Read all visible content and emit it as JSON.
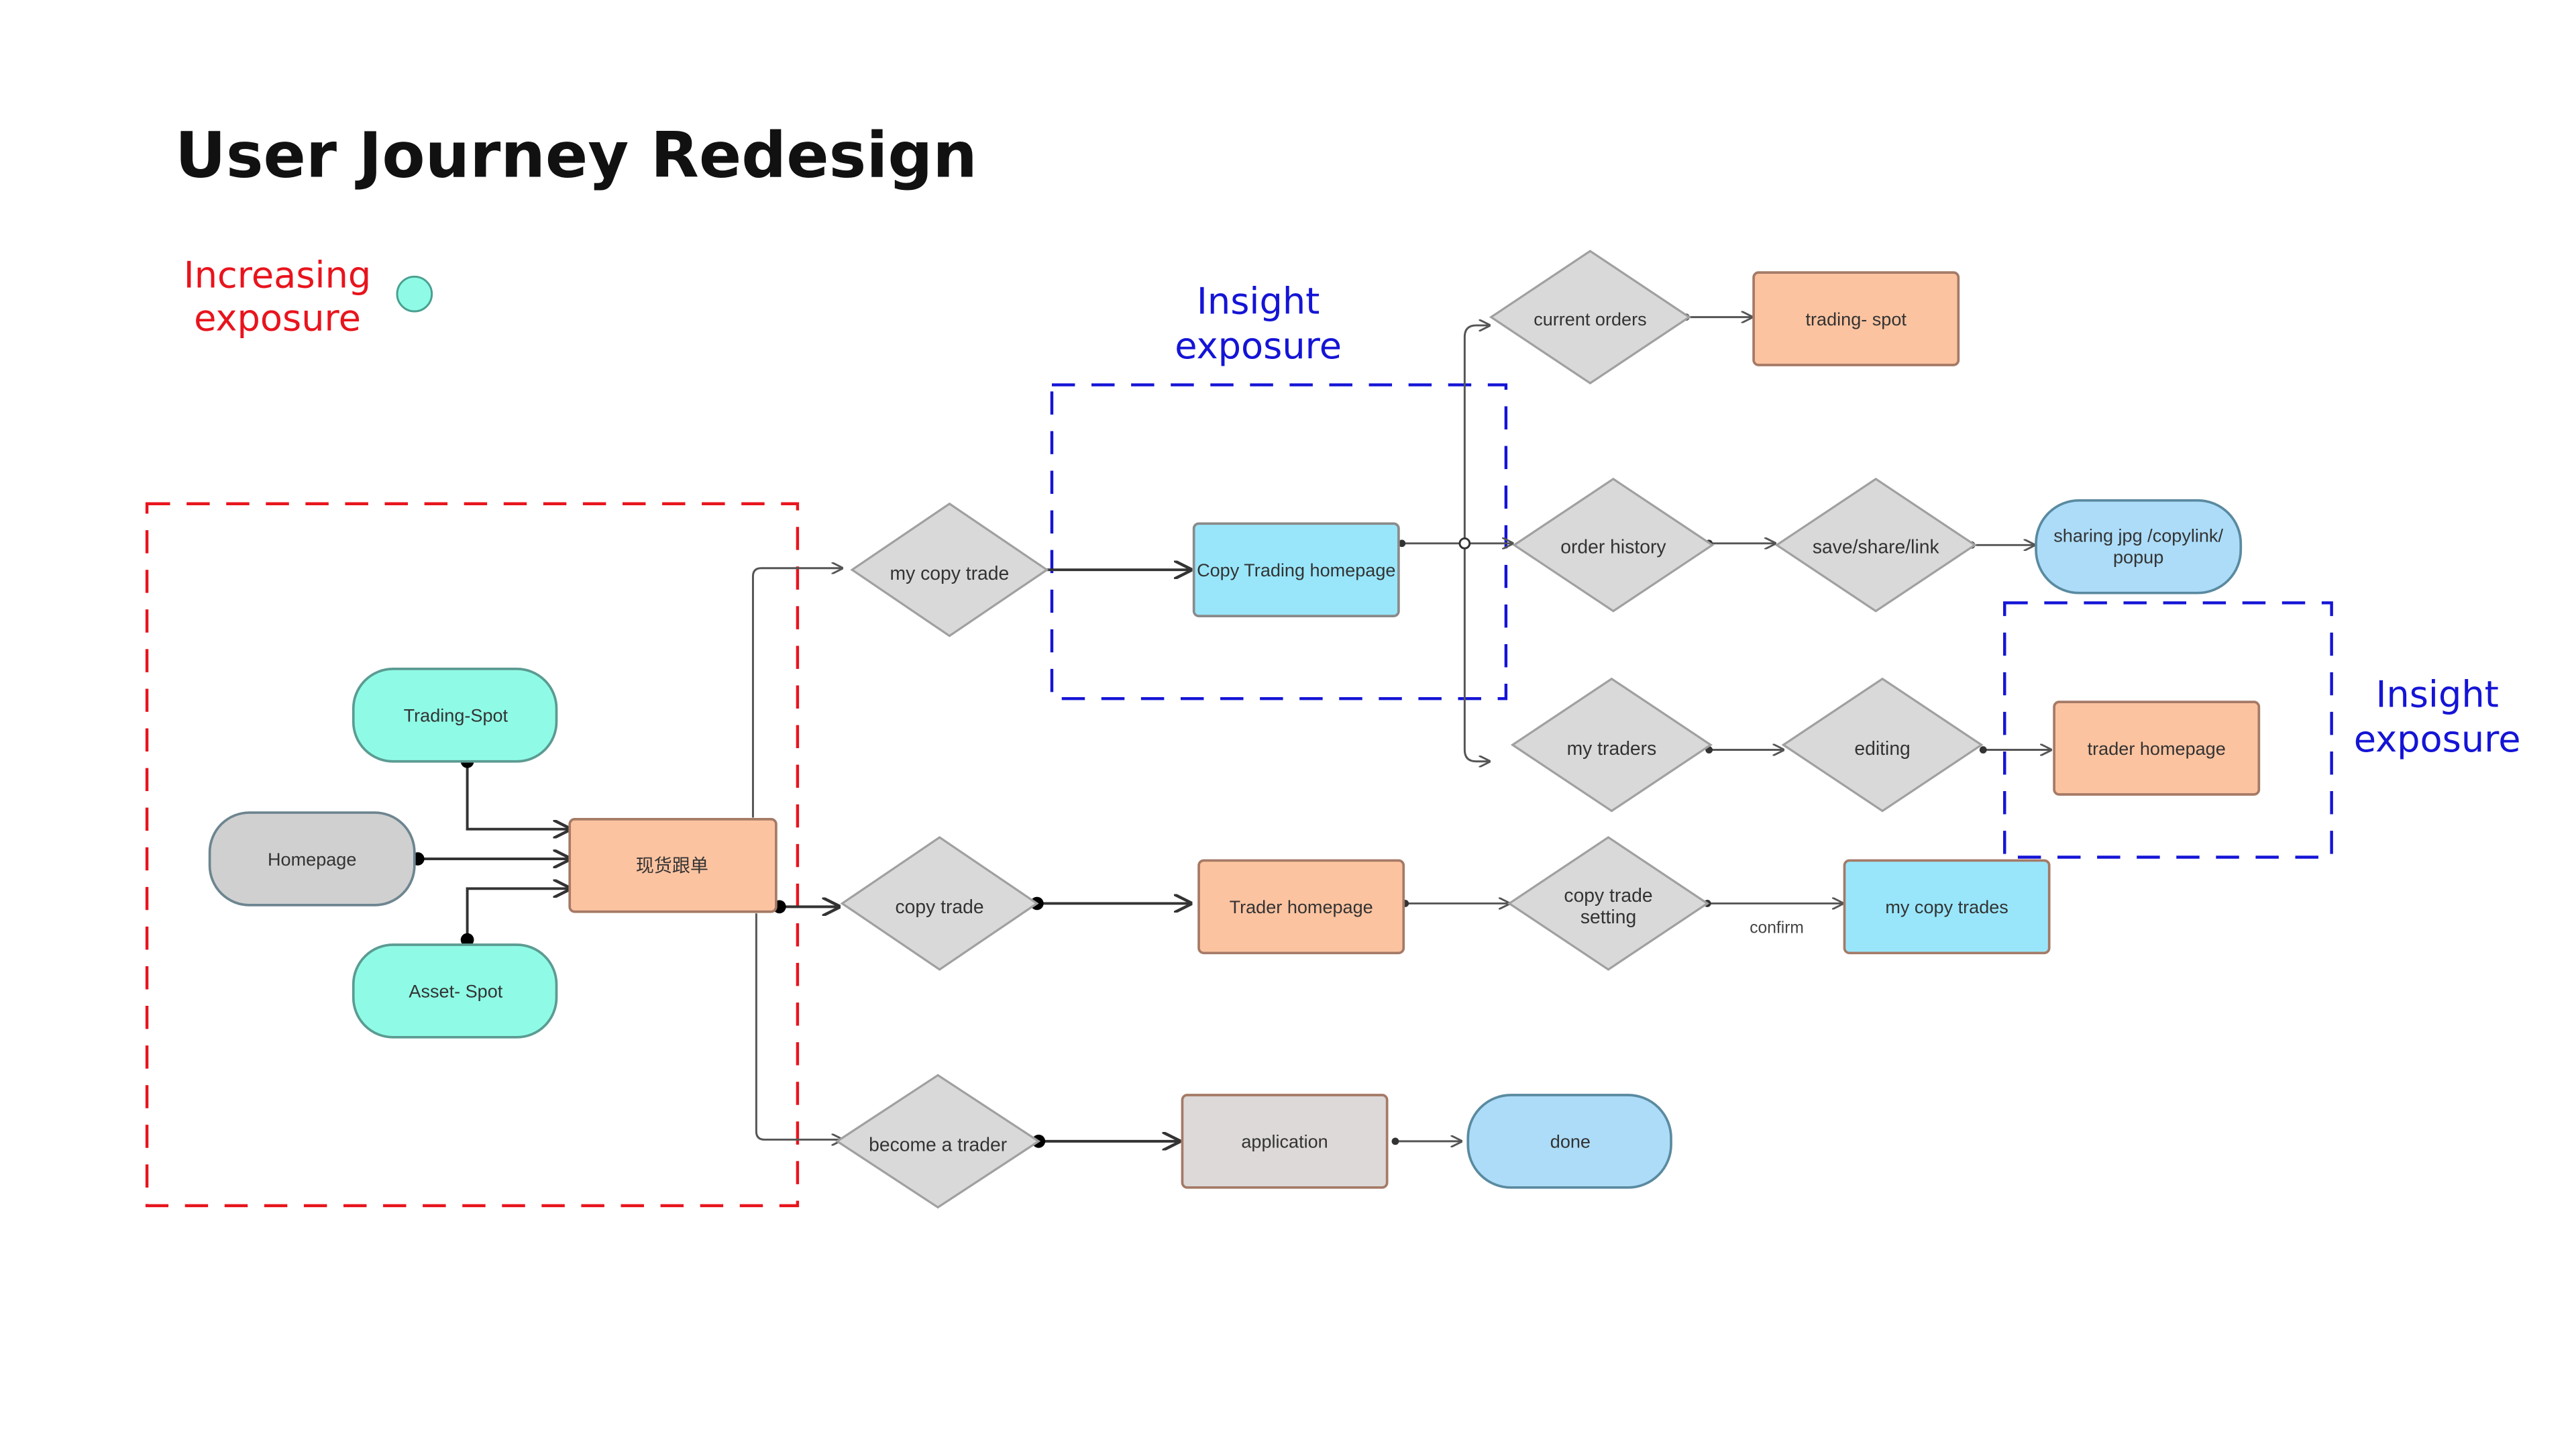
{
  "title": "User Journey Redesign",
  "legend": {
    "label_line1": "Increasing",
    "label_line2": "exposure",
    "swatch_color": "#8ffbe6"
  },
  "annotations": {
    "insight_top_line1": "Insight",
    "insight_top_line2": "exposure",
    "insight_right_line1": "Insight",
    "insight_right_line2": "exposure"
  },
  "colors": {
    "red_dash": "#e8141d",
    "blue_dash": "#1414d6",
    "teal": "#8ffbe6",
    "grey": "#d0d0d0",
    "orange": "#fcc3a0",
    "cyan": "#99e6fb",
    "lightblue": "#acdcf8",
    "diamond": "#d9d9d9"
  },
  "nodes": {
    "trading_spot": "Trading-Spot",
    "homepage": "Homepage",
    "asset_spot": "Asset- Spot",
    "spot_copy": "现货跟单",
    "my_copy_trade": "my copy trade",
    "copy_trade": "copy trade",
    "become_trader": "become a trader",
    "copy_trading_homepage": "Copy Trading homepage",
    "trader_homepage_mid": "Trader homepage",
    "application": "application",
    "done": "done",
    "copy_trade_setting_line1": "copy trade",
    "copy_trade_setting_line2": "setting",
    "my_copy_trades": "my copy trades",
    "current_orders": "current orders",
    "trading_spot_result": "trading- spot",
    "order_history": "order history",
    "save_share_link": "save/share/link",
    "sharing_line1": "sharing jpg /copylink/",
    "sharing_line2": "popup",
    "my_traders": "my traders",
    "editing": "editing",
    "trader_homepage_right": "trader homepage"
  },
  "edge_labels": {
    "confirm": "confirm"
  }
}
